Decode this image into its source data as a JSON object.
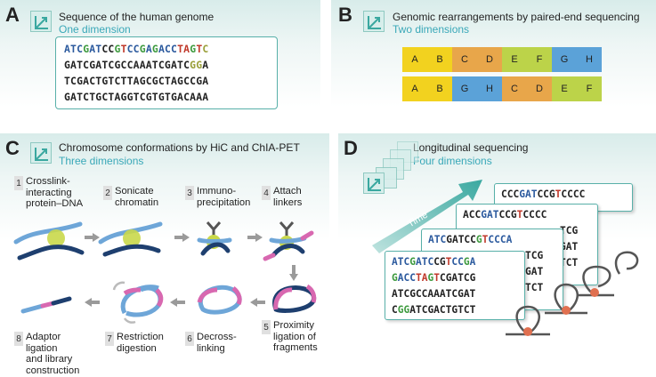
{
  "panels": {
    "a": {
      "letter": "A",
      "title": "Sequence of the human genome",
      "subtitle": "One dimension",
      "sequence_lines": [
        [
          [
            "ATC",
            "#2c5a9e"
          ],
          [
            "G",
            "#3d9a3d"
          ],
          [
            "AT",
            "#2c5a9e"
          ],
          [
            "CC",
            "#222"
          ],
          [
            "G",
            "#3d9a3d"
          ],
          [
            "T",
            "#c0392b"
          ],
          [
            "CC",
            "#2c5a9e"
          ],
          [
            "G",
            "#3d9a3d"
          ],
          [
            "A",
            "#2c5a9e"
          ],
          [
            "G",
            "#3d9a3d"
          ],
          [
            "ACC",
            "#2c5a9e"
          ],
          [
            "TA",
            "#c0392b"
          ],
          [
            "G",
            "#3d9a3d"
          ],
          [
            "T",
            "#c0392b"
          ],
          [
            "C",
            "#9aa03a"
          ]
        ],
        [
          [
            "GATCGATCGCCAAATCGATC",
            "#222"
          ],
          [
            "GG",
            "#9aa03a"
          ],
          [
            "A",
            "#222"
          ]
        ],
        [
          [
            "TCGACTGTCTTAGCGCTAGCCGA",
            "#222"
          ]
        ],
        [
          [
            "GATCTGCTAGGTCGTGTGACAAA",
            "#222"
          ]
        ]
      ]
    },
    "b": {
      "letter": "B",
      "title": "Genomic rearrangements by paired-end sequencing",
      "subtitle": "Two dimensions",
      "rows": [
        [
          {
            "label": "A",
            "color": "#f2d21f"
          },
          {
            "label": "B",
            "color": "#f2d21f"
          },
          {
            "label": "C",
            "color": "#e8a64a"
          },
          {
            "label": "D",
            "color": "#e8a64a"
          },
          {
            "label": "E",
            "color": "#bcd349"
          },
          {
            "label": "F",
            "color": "#bcd349"
          },
          {
            "label": "G",
            "color": "#5ba2d8"
          },
          {
            "label": "H",
            "color": "#5ba2d8"
          }
        ],
        [
          {
            "label": "A",
            "color": "#f2d21f"
          },
          {
            "label": "B",
            "color": "#f2d21f"
          },
          {
            "label": "G",
            "color": "#5ba2d8"
          },
          {
            "label": "H",
            "color": "#5ba2d8"
          },
          {
            "label": "C",
            "color": "#e8a64a"
          },
          {
            "label": "D",
            "color": "#e8a64a"
          },
          {
            "label": "E",
            "color": "#bcd349"
          },
          {
            "label": "F",
            "color": "#bcd349"
          }
        ]
      ]
    },
    "c": {
      "letter": "C",
      "title": "Chromosome conformations by HiC and ChIA-PET",
      "subtitle": "Three dimensions",
      "steps": [
        {
          "num": "1",
          "lines": [
            "Crosslink-",
            "interacting",
            "protein–DNA"
          ]
        },
        {
          "num": "2",
          "lines": [
            "Sonicate",
            "chromatin"
          ]
        },
        {
          "num": "3",
          "lines": [
            "Immuno-",
            "precipitation"
          ]
        },
        {
          "num": "4",
          "lines": [
            "Attach",
            "linkers"
          ]
        },
        {
          "num": "5",
          "lines": [
            "Proximity",
            "ligation of",
            "fragments"
          ]
        },
        {
          "num": "6",
          "lines": [
            "Decross-",
            "linking"
          ]
        },
        {
          "num": "7",
          "lines": [
            "Restriction",
            "digestion"
          ]
        },
        {
          "num": "8",
          "lines": [
            "Adaptor",
            "ligation",
            "and library",
            "construction"
          ]
        }
      ]
    },
    "d": {
      "letter": "D",
      "title": "Longitudinal sequencing",
      "subtitle": "Four dimensions",
      "time_label": "Time",
      "cards": [
        {
          "lines": [
            [
              [
                "CCC",
                "#222"
              ],
              [
                "GAT",
                "#2c5a9e"
              ],
              [
                "CCG",
                "#222"
              ],
              [
                "T",
                "#c0392b"
              ],
              [
                "CCCC",
                "#222"
              ]
            ]
          ]
        },
        {
          "lines": [
            [
              [
                "ACC",
                "#222"
              ],
              [
                "GAT",
                "#2c5a9e"
              ],
              [
                "CCG",
                "#222"
              ],
              [
                "T",
                "#c0392b"
              ],
              [
                "CCCC",
                "#222"
              ]
            ],
            [
              [
                "TCG",
                "#222"
              ]
            ],
            [
              [
                "GAT",
                "#222"
              ]
            ],
            [
              [
                "TCT",
                "#222"
              ]
            ]
          ]
        },
        {
          "lines": [
            [
              [
                "ATC",
                "#2c5a9e"
              ],
              [
                "GATCC",
                "#222"
              ],
              [
                "G",
                "#3d9a3d"
              ],
              [
                "T",
                "#c0392b"
              ],
              [
                "CCCA",
                "#2c5a9e"
              ]
            ],
            [
              [
                "TCG",
                "#222"
              ]
            ],
            [
              [
                "GAT",
                "#222"
              ]
            ],
            [
              [
                "TCT",
                "#222"
              ]
            ]
          ]
        },
        {
          "lines": [
            [
              [
                "ATC",
                "#2c5a9e"
              ],
              [
                "G",
                "#3d9a3d"
              ],
              [
                "ATC",
                "#2c5a9e"
              ],
              [
                "CG",
                "#222"
              ],
              [
                "T",
                "#c0392b"
              ],
              [
                "CC",
                "#2c5a9e"
              ],
              [
                "G",
                "#3d9a3d"
              ],
              [
                "A",
                "#2c5a9e"
              ]
            ],
            [
              [
                "G",
                "#3d9a3d"
              ],
              [
                "ACC",
                "#2c5a9e"
              ],
              [
                "TA",
                "#c0392b"
              ],
              [
                "G",
                "#3d9a3d"
              ],
              [
                "T",
                "#c0392b"
              ],
              [
                "CGATCG",
                "#222"
              ]
            ],
            [
              [
                "ATCGCCAAATCGAT",
                "#222"
              ]
            ],
            [
              [
                "C",
                "#222"
              ],
              [
                "GG",
                "#3d9a3d"
              ],
              [
                "ATCGACTGTCT",
                "#222"
              ]
            ]
          ]
        }
      ]
    }
  },
  "colors": {
    "teal": "#58b0a9",
    "subtitle": "#3aa8b8",
    "chromatin_light": "#6ea6d8",
    "chromatin_dark": "#1e3f6f",
    "protein": "#c9d84a",
    "linker": "#d868b0",
    "arrow": "#9a9a9a"
  },
  "icons": [
    "axis-icon",
    "time-arrow",
    "chromatin-strand",
    "protein-blob",
    "antibody-icon",
    "process-arrow",
    "dna-loop"
  ]
}
